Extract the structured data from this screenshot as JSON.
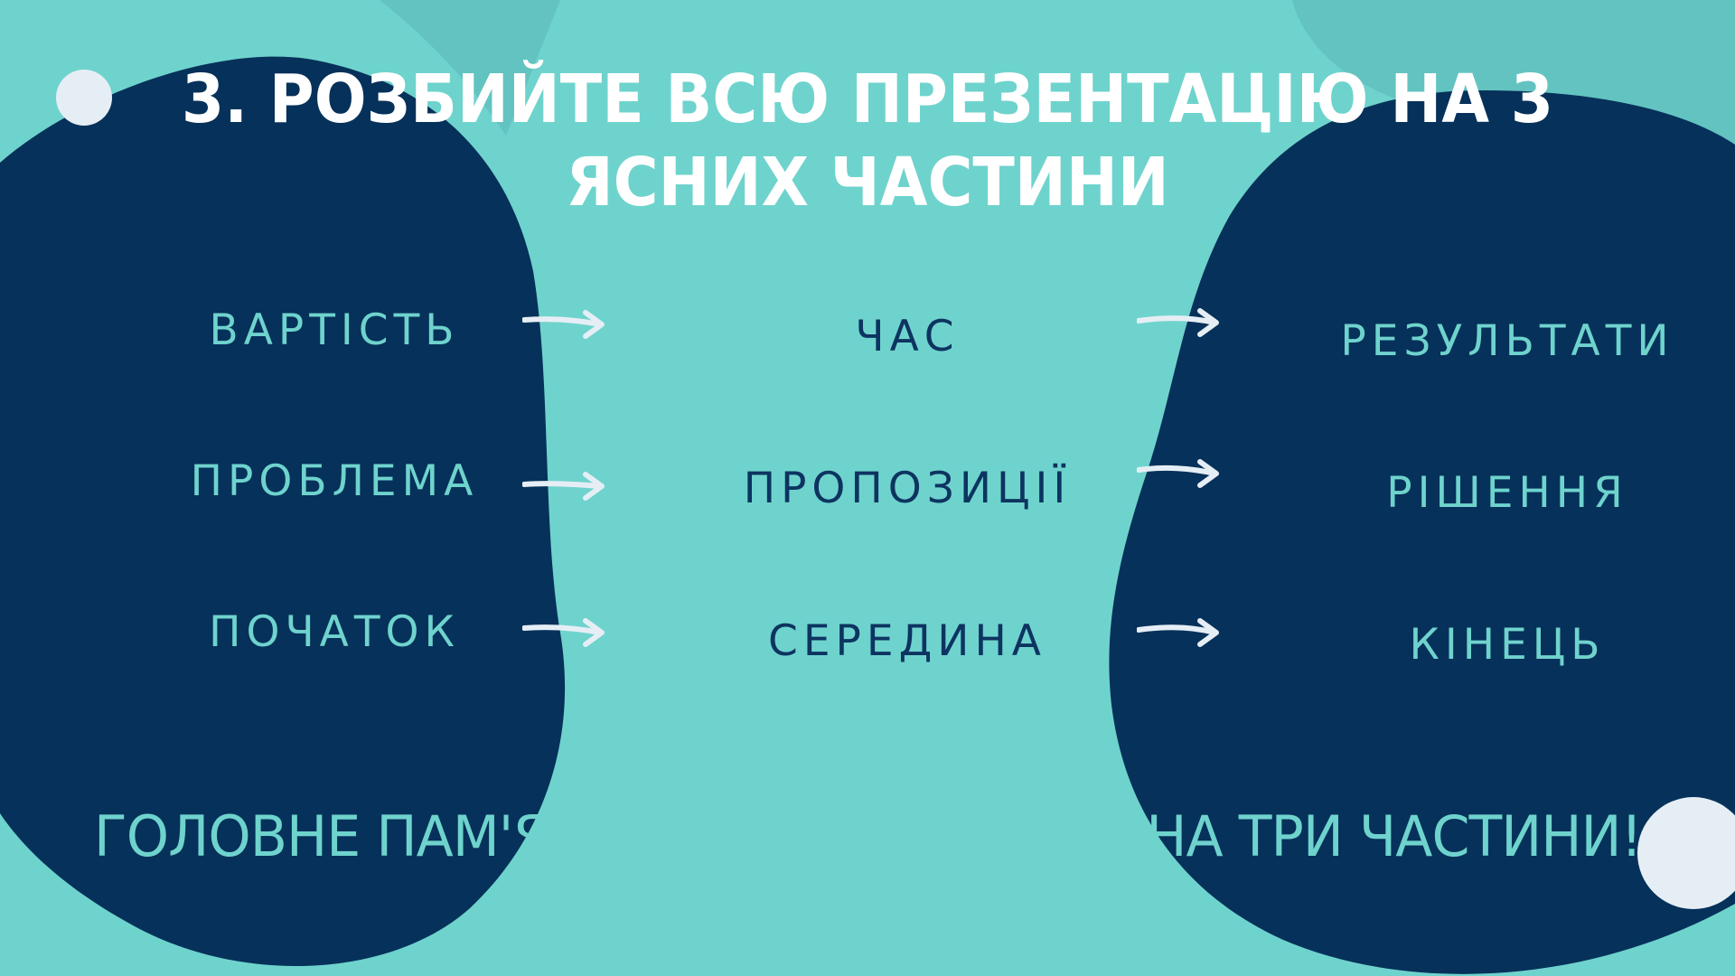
{
  "title": {
    "line1": "3. РОЗБИЙТЕ ВСЮ ПРЕЗЕНТАЦІЮ НА 3",
    "line2": "ЯСНИХ ЧАСТИНИ"
  },
  "columns": {
    "left": [
      "ВАРТІСТЬ",
      "ПРОБЛЕМА",
      "ПОЧАТОК"
    ],
    "middle": [
      "ЧАС",
      "ПРОПОЗИЦІЇ",
      "СЕРЕДИНА"
    ],
    "right": [
      "РЕЗУЛЬТАТИ",
      "РІШЕННЯ",
      "КІНЕЦЬ"
    ]
  },
  "footer": "ГОЛОВНЕ ПАМ'ЯТАЙТЕ ДІЛИТИ ЗМІСТ НА ТРИ ЧАСТИНИ!",
  "colors": {
    "background": "#6fd3cd",
    "blob": "#06315a",
    "accent_circle": "#e6eef5",
    "title_text": "#ffffff",
    "light_text": "#6fd3cd",
    "dark_text": "#0d3461"
  },
  "icons": [
    "arrow-right-icon"
  ]
}
